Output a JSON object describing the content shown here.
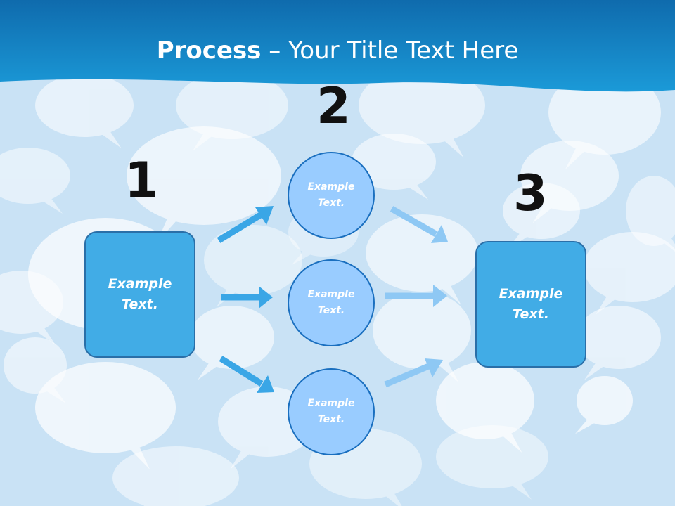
{
  "title": {
    "bold": "Process",
    "rest": " – Your Title Text Here"
  },
  "steps": [
    {
      "number": "1",
      "label": "Example\nText."
    },
    {
      "number": "2",
      "labels": [
        "Example\nText.",
        "Example\nText.",
        "Example\nText."
      ]
    },
    {
      "number": "3",
      "label": "Example\nText."
    }
  ],
  "colors": {
    "header_dark": "#0f6bad",
    "header_light": "#1b9ad8",
    "background": "#c9e2f5",
    "box_fill": "#41ace6",
    "circle_fill": "#99ccff",
    "arrow_out": "#3aa6e6",
    "arrow_in": "#8ec8f4"
  }
}
